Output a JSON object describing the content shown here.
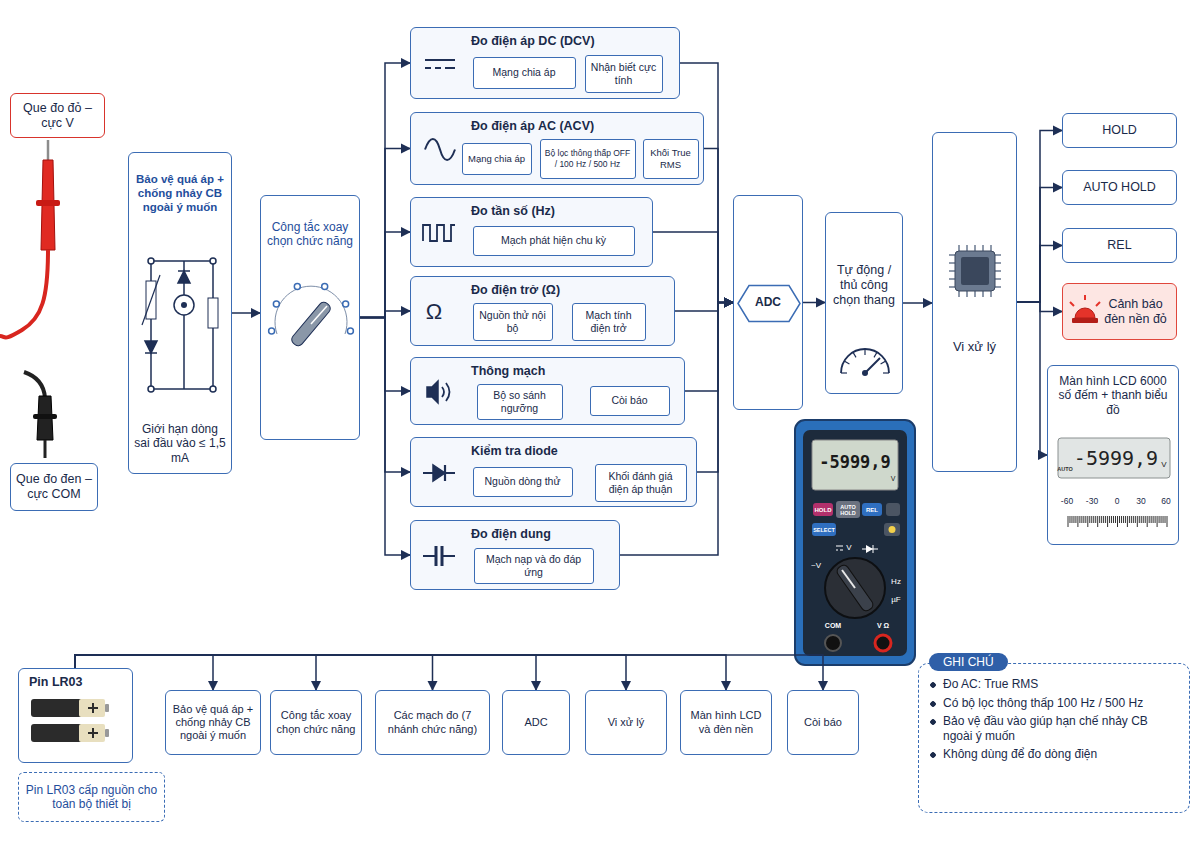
{
  "diagram": {
    "nodes": [
      {
        "text": [
          "Que đo đỏ – cực V"
        ]
      },
      {
        "text": [
          "Que đo đen – cực COM"
        ]
      },
      {
        "text": [
          "Bảo vệ quá áp + chống nhảy CB ngoài ý muốn",
          "Giới hạn dòng sai đầu vào ≤ 1,5 mA"
        ]
      },
      {
        "text": [
          "Công tắc xoay chọn chức năng"
        ]
      },
      {
        "text": [
          "Đo điện áp DC (DCV)"
        ]
      },
      {
        "text": [
          "Mạng chia áp"
        ],
        "in": 4
      },
      {
        "text": [
          "Nhận biết cực tính"
        ],
        "in": 4
      },
      {
        "text": [
          "Đo điện áp AC (ACV)"
        ]
      },
      {
        "text": [
          "Mạng chia áp"
        ],
        "in": 7
      },
      {
        "text": [
          "Bộ lọc thông thấp OFF / 100 Hz / 500 Hz"
        ],
        "in": 7
      },
      {
        "text": [
          "Khối True RMS"
        ],
        "in": 7
      },
      {
        "text": [
          "Đo tần số (Hz)"
        ]
      },
      {
        "text": [
          "Mạch phát hiện chu kỳ"
        ],
        "in": 11
      },
      {
        "text": [
          "Đo điện trở (Ω)"
        ]
      },
      {
        "text": [
          "Nguồn thử nội bộ"
        ],
        "in": 13
      },
      {
        "text": [
          "Mạch tính điện trở"
        ],
        "in": 13
      },
      {
        "text": [
          "Thông mạch"
        ]
      },
      {
        "text": [
          "Bộ so sánh ngưỡng"
        ],
        "in": 16
      },
      {
        "text": [
          "Còi báo"
        ],
        "in": 16
      },
      {
        "text": [
          "Kiểm tra diode"
        ]
      },
      {
        "text": [
          "Nguồn dòng thử"
        ],
        "in": 19
      },
      {
        "text": [
          "Khối đánh giá điện áp thuận"
        ],
        "in": 19
      },
      {
        "text": [
          "Đo điện dung"
        ]
      },
      {
        "text": [
          "Mạch nạp và đo đáp ứng"
        ],
        "in": 22
      },
      {
        "text": [
          "ADC"
        ]
      },
      {
        "text": [
          "Tự động / thủ công chọn thang"
        ]
      },
      {
        "text": [
          "Vi xử lý"
        ]
      },
      {
        "text": [
          "HOLD"
        ]
      },
      {
        "text": [
          "AUTO HOLD"
        ]
      },
      {
        "text": [
          "REL"
        ]
      },
      {
        "text": [
          "Cảnh báo đèn nền đỏ"
        ]
      },
      {
        "text": [
          "Màn hình LCD 6000 số đếm + thanh biểu đồ"
        ]
      },
      {
        "text": [
          "Pin LR03"
        ]
      },
      {
        "text": [
          "Bảo vệ quá áp + chống nhảy CB ngoài ý muốn"
        ]
      },
      {
        "text": [
          "Công tắc xoay chọn chức năng"
        ]
      },
      {
        "text": [
          "Các mạch đo (7 nhánh chức năng)"
        ]
      },
      {
        "text": [
          "ADC"
        ]
      },
      {
        "text": [
          "Vi xử lý"
        ]
      },
      {
        "text": [
          "Màn hình LCD và đèn nền"
        ]
      },
      {
        "text": [
          "Còi báo"
        ]
      },
      {
        "text": [
          "Pin LR03 cấp nguồn cho toàn bộ thiết bị"
        ]
      },
      {
        "text": [
          "GHI CHÚ",
          "Đo AC: True RMS",
          "Có bộ lọc thông thấp 100 Hz / 500 Hz",
          "Bảo vệ đầu vào giúp hạn chế nhảy CB ngoài ý muốn",
          "Không dùng để đo dòng điện"
        ]
      }
    ],
    "edges": [
      {
        "from": 2,
        "to": 3,
        "arrow": "to"
      },
      {
        "from": 3,
        "to": 4,
        "arrow": "to"
      },
      {
        "from": 3,
        "to": 7,
        "arrow": "to"
      },
      {
        "from": 3,
        "to": 11,
        "arrow": "to"
      },
      {
        "from": 3,
        "to": 13,
        "arrow": "to"
      },
      {
        "from": 3,
        "to": 16,
        "arrow": "to"
      },
      {
        "from": 3,
        "to": 19,
        "arrow": "to"
      },
      {
        "from": 3,
        "to": 22,
        "arrow": "to"
      },
      {
        "from": 5,
        "to": 6,
        "arrow": "to"
      },
      {
        "from": 8,
        "to": 9,
        "arrow": "to"
      },
      {
        "from": 9,
        "to": 10,
        "arrow": "to"
      },
      {
        "from": 14,
        "to": 15,
        "arrow": "to"
      },
      {
        "from": 17,
        "to": 18,
        "arrow": "to"
      },
      {
        "from": 20,
        "to": 21,
        "arrow": "to"
      },
      {
        "from": 4,
        "to": 24,
        "arrow": "to"
      },
      {
        "from": 7,
        "to": 24,
        "arrow": "to"
      },
      {
        "from": 11,
        "to": 24,
        "arrow": "to"
      },
      {
        "from": 13,
        "to": 24,
        "arrow": "to"
      },
      {
        "from": 16,
        "to": 24,
        "arrow": "to"
      },
      {
        "from": 19,
        "to": 24,
        "arrow": "to"
      },
      {
        "from": 22,
        "to": 24,
        "arrow": "to"
      },
      {
        "from": 24,
        "to": 25,
        "arrow": "to"
      },
      {
        "from": 25,
        "to": 26,
        "arrow": "to"
      },
      {
        "from": 26,
        "to": 27,
        "arrow": "to"
      },
      {
        "from": 26,
        "to": 28,
        "arrow": "to"
      },
      {
        "from": 26,
        "to": 29,
        "arrow": "to"
      },
      {
        "from": 26,
        "to": 30,
        "arrow": "to"
      },
      {
        "from": 26,
        "to": 31,
        "arrow": "to"
      },
      {
        "from": 32,
        "to": 33,
        "arrow": "to"
      },
      {
        "from": 32,
        "to": 34,
        "arrow": "to"
      },
      {
        "from": 32,
        "to": 35,
        "arrow": "to"
      },
      {
        "from": 32,
        "to": 36,
        "arrow": "to"
      },
      {
        "from": 32,
        "to": 37,
        "arrow": "to"
      },
      {
        "from": 32,
        "to": 38,
        "arrow": "to"
      },
      {
        "from": 32,
        "to": 39,
        "arrow": "to"
      }
    ],
    "labels": [
      "Ω",
      "-5999,9",
      "V",
      "HOLD",
      "AUTO HOLD",
      "REL",
      "SELECT",
      "V",
      "~V",
      "Hz",
      "µF",
      "COM",
      "V Ω",
      "AUTO",
      "-5999,9",
      "V",
      "-60",
      "-30",
      "0",
      "30",
      "60"
    ]
  }
}
